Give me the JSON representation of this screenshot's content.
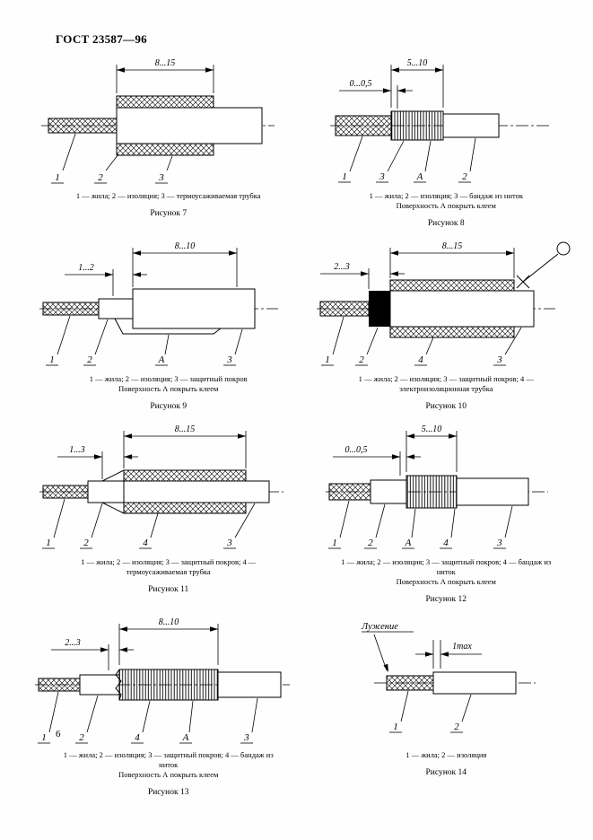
{
  "header": {
    "doc_code": "ГОСТ 23587—96"
  },
  "page_number": "6",
  "figures": {
    "f7": {
      "dim_main": "8...15",
      "l1": "1",
      "l2": "2",
      "l3": "3",
      "cap1": "1 — жила; 2 — изоляция; 3 — термоусаживаемая трубка",
      "title": "Рисунок 7"
    },
    "f8": {
      "dim_main": "5...10",
      "dim_small": "0...0,5",
      "l1": "1",
      "l2": "2",
      "l3": "3",
      "lA": "А",
      "cap1": "1 — жила; 2 — изоляция; 3 — бандаж из ниток",
      "cap2": "Поверхность А покрыть клеем",
      "title": "Рисунок 8"
    },
    "f9": {
      "dim_main": "8...10",
      "dim_small": "1...2",
      "l1": "1",
      "l2": "2",
      "l3": "3",
      "lA": "А",
      "cap1": "1 — жила; 2 — изоляция; 3 — защитный покров",
      "cap2": "Поверхность А покрыть клеем",
      "title": "Рисунок 9"
    },
    "f10": {
      "dim_main": "8...15",
      "dim_small": "2...3",
      "l1": "1",
      "l2": "2",
      "l3": "3",
      "l4": "4",
      "cap1": "1 — жила; 2 — изоляция; 3 — защитный покров; 4 — электроизоляционная трубка",
      "title": "Рисунок 10"
    },
    "f11": {
      "dim_main": "8...15",
      "dim_small": "1...3",
      "l1": "1",
      "l2": "2",
      "l3": "3",
      "l4": "4",
      "cap1": "1 — жила; 2 — изоляция; 3 — защитный покров; 4 — термоусаживаемая трубка",
      "title": "Рисунок 11"
    },
    "f12": {
      "dim_main": "5...10",
      "dim_small": "0...0,5",
      "l1": "1",
      "l2": "2",
      "l3": "3",
      "l4": "4",
      "lA": "А",
      "cap1": "1 — жила; 2 — изоляция; 3 — защитный покров; 4 — бандаж из ниток",
      "cap2": "Поверхность А покрыть клеем",
      "title": "Рисунок 12"
    },
    "f13": {
      "dim_main": "8...10",
      "dim_small": "2...3",
      "l1": "1",
      "l2": "2",
      "l3": "3",
      "l4": "4",
      "lA": "А",
      "cap1": "1 — жила; 2 — изоляция; 3 — защитный покров; 4 — бандаж из ниток",
      "cap2": "Поверхность А покрыть клеем",
      "title": "Рисунок 13"
    },
    "f14": {
      "tinning_label": "Лужение",
      "dim_small": "1max",
      "l1": "1",
      "l2": "2",
      "cap1": "1 — жила; 2 — изоляция",
      "title": "Рисунок 14"
    }
  }
}
